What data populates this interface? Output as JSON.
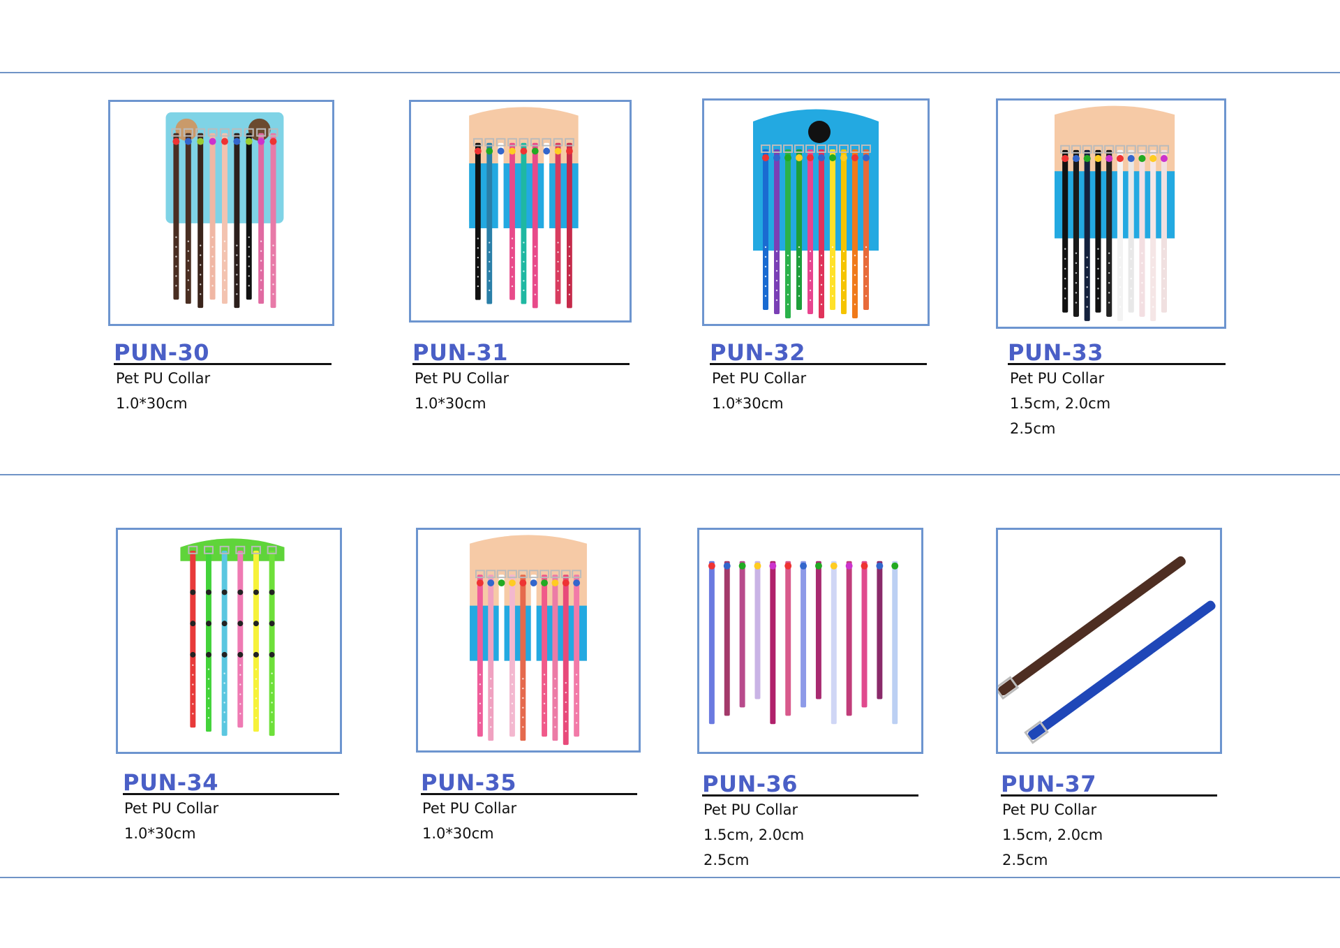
{
  "products": [
    {
      "code": "PUN-30",
      "name": "Pet PU Collar",
      "sizes": [
        "1.0*30cm"
      ],
      "image": "collar-card-brown-pink"
    },
    {
      "code": "PUN-31",
      "name": "Pet PU Collar",
      "sizes": [
        "1.0*30cm"
      ],
      "image": "collar-card-camo"
    },
    {
      "code": "PUN-32",
      "name": "Pet PU Collar",
      "sizes": [
        "1.0*30cm"
      ],
      "image": "collar-card-rainbow-blue"
    },
    {
      "code": "PUN-33",
      "name": "Pet PU Collar",
      "sizes": [
        "1.5cm, 2.0cm",
        "2.5cm"
      ],
      "image": "collar-card-black-white"
    },
    {
      "code": "PUN-34",
      "name": "Pet PU Collar",
      "sizes": [
        "1.0*30cm"
      ],
      "image": "collar-card-neon-paw"
    },
    {
      "code": "PUN-35",
      "name": "Pet PU Collar",
      "sizes": [
        "1.0*30cm"
      ],
      "image": "collar-card-pink-print"
    },
    {
      "code": "PUN-36",
      "name": "Pet PU Collar",
      "sizes": [
        "1.5cm, 2.0cm",
        "2.5cm"
      ],
      "image": "collars-snake-print"
    },
    {
      "code": "PUN-37",
      "name": "Pet PU Collar",
      "sizes": [
        "1.5cm, 2.0cm",
        "2.5cm"
      ],
      "image": "collars-brown-blue"
    }
  ],
  "colors": {
    "rule": "#6f93c6",
    "frame": "#6d95cf",
    "code": "#4a5fc6",
    "card_blue": "#23a9e1",
    "card_peach": "#f6caa6",
    "card_green": "#5fd43a"
  }
}
